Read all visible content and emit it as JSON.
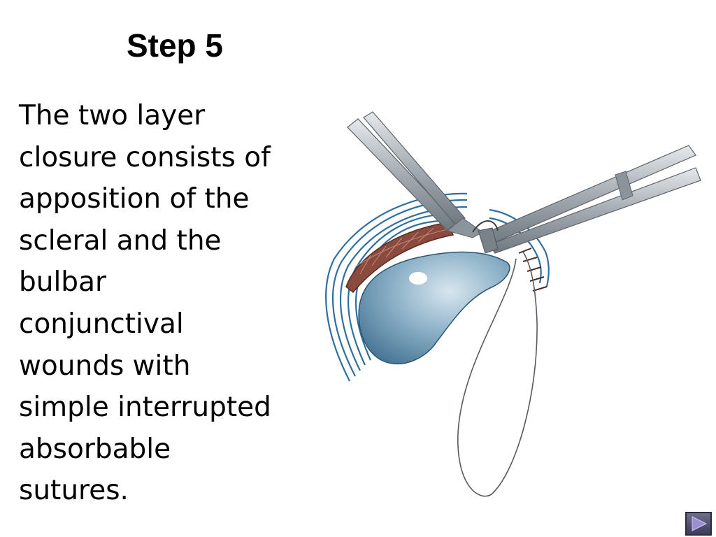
{
  "slide": {
    "title": "Step 5",
    "body_lines": [
      "The two layer",
      "closure consists of",
      "apposition of the",
      "scleral and the",
      "bulbar",
      "conjunctival",
      "wounds with",
      "simple interrupted",
      "absorbable",
      "sutures."
    ]
  },
  "navigation": {
    "next_icon": "play-arrow-icon",
    "button_color": "#4a4a6a",
    "arrow_color": "#9b8ed6"
  },
  "colors": {
    "background": "#ffffff",
    "text": "#000000",
    "conjunctiva_lines": "#2f6f9f",
    "sclera_fill": "#8fb3c9",
    "wound_tissue": "#8a4a3e",
    "instrument": "#a8aeb3"
  }
}
